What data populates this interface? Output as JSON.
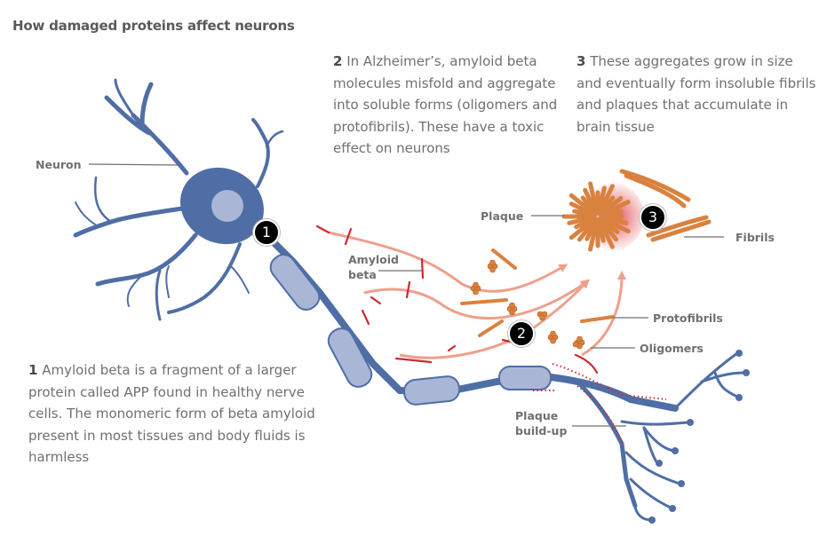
{
  "title": "How damaged proteins affect neurons",
  "steps": [
    {
      "number": "1",
      "text": "Amyloid beta is a fragment of a larger protein called APP found in healthy nerve cells. The monomeric form of beta amyloid present in most tissues and body fluids is harmless"
    },
    {
      "number": "2",
      "text": "In Alzheimer’s, amyloid beta molecules misfold and aggregate into soluble forms (oligomers and protofibrils). These have a toxic effect on neurons"
    },
    {
      "number": "3",
      "text": "These aggregates grow in size and eventually form insoluble fibrils and plaques that accumulate in brain tissue"
    }
  ],
  "labels": {
    "neuron": "Neuron",
    "amyloid_beta_line1": "Amyloid",
    "amyloid_beta_line2": "beta",
    "plaque": "Plaque",
    "fibrils": "Fibrils",
    "protofibrils": "Protofibrils",
    "oligomers": "Oligomers",
    "plaque_buildup_line1": "Plaque",
    "plaque_buildup_line2": "build-up"
  },
  "badges": [
    "1",
    "2",
    "3"
  ],
  "colors": {
    "neuron": "#4f6ea5",
    "myelin": "#a9b6d6",
    "amyloid": "#cc2a33",
    "arrow": "#eea08c",
    "aggregate": "#d9823f",
    "text": "#707070"
  }
}
